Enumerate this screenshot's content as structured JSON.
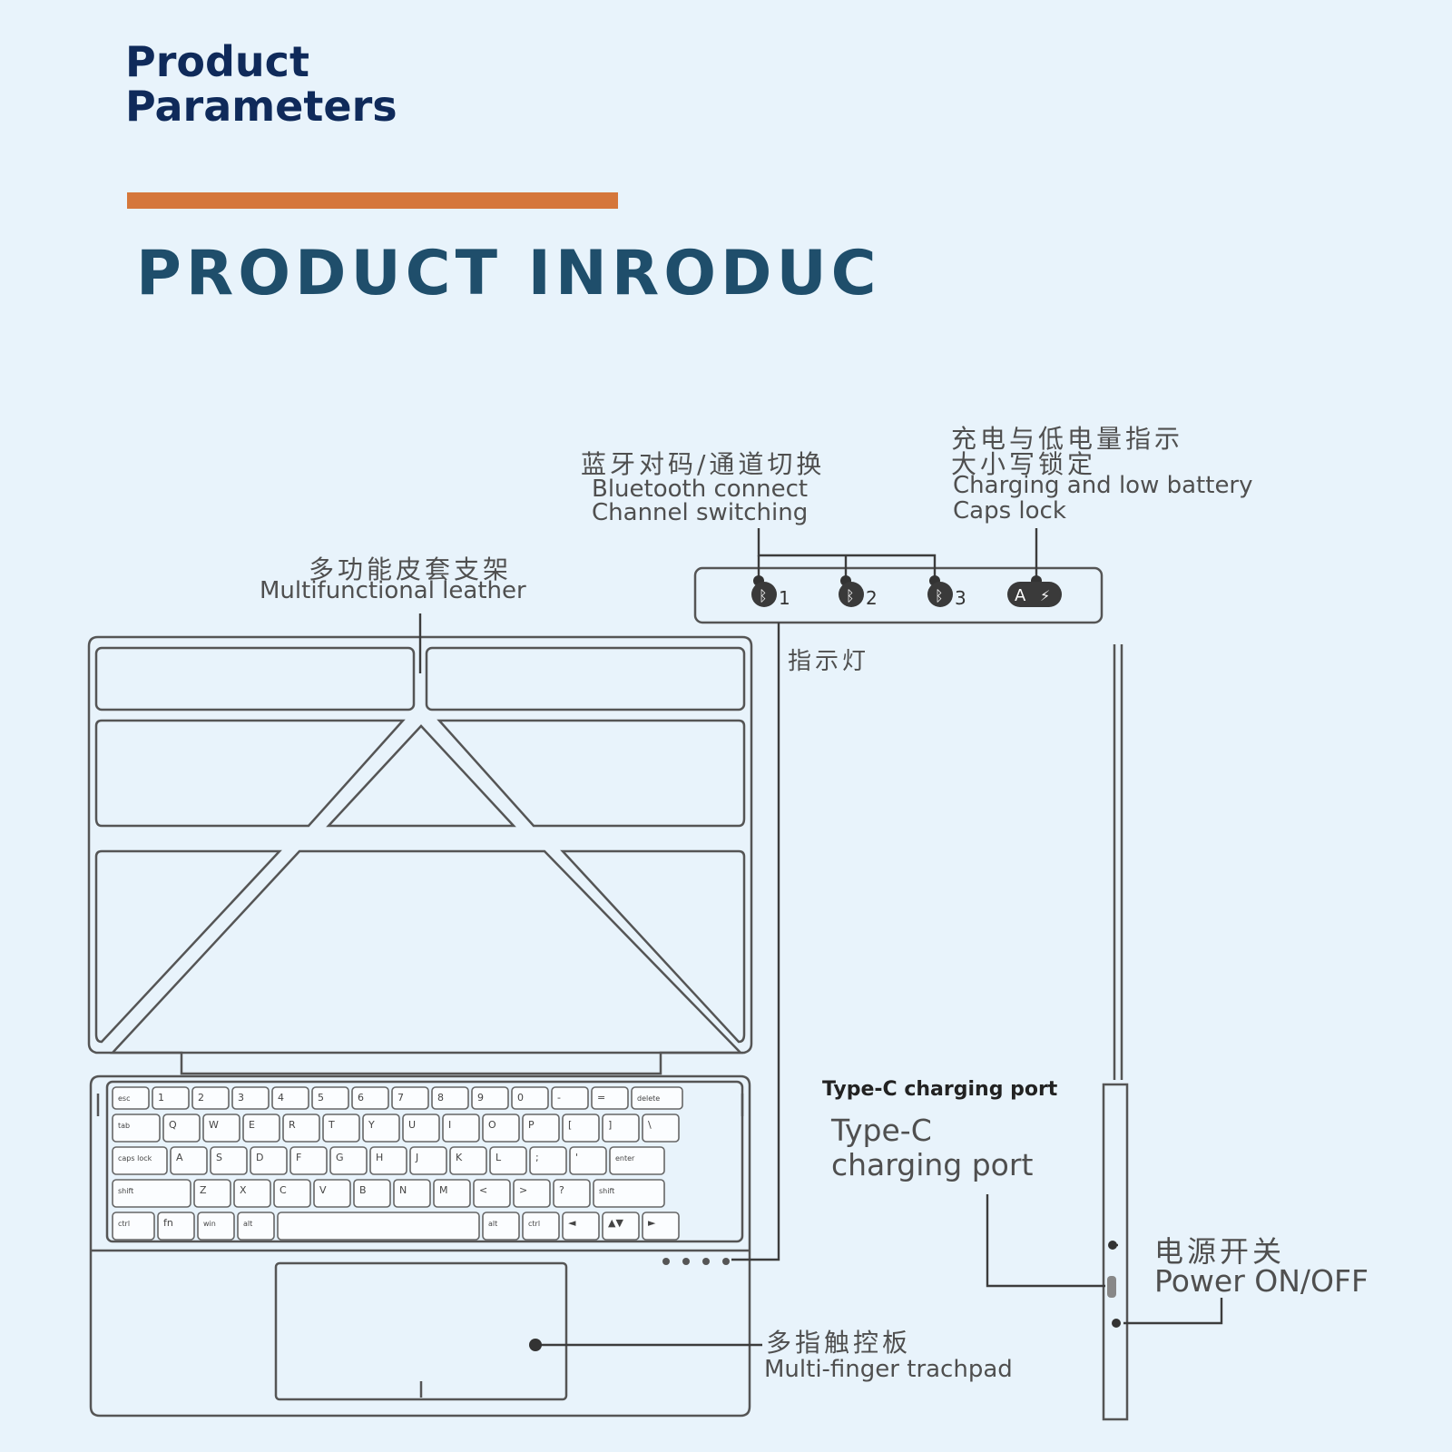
{
  "header": {
    "title_line1": "Product",
    "title_line2": "Parameters",
    "accent_color": "#d5773a"
  },
  "section_title": "PRODUCT INRODUC",
  "labels": {
    "bluetooth_cn": "蓝牙对码/通道切换",
    "bluetooth_en1": "Bluetooth connect",
    "bluetooth_en2": "Channel switching",
    "charging_cn1": "充电与低电量指示",
    "charging_cn2": "大小写锁定",
    "charging_en1": "Charging and low battery",
    "charging_en2": "Caps lock",
    "leather_cn": "多功能皮套支架",
    "leather_en": "Multifunctional leather",
    "indicator_cn": "指示灯",
    "typec_title": "Type-C charging port",
    "typec_en1": "Type-C",
    "typec_en2": "charging port",
    "power_cn": "电源开关",
    "power_en": "Power ON/OFF",
    "trackpad_cn": "多指触控板",
    "trackpad_en": "Multi-finger trachpad"
  },
  "indicator_panel": {
    "ch1": "1",
    "ch2": "2",
    "ch3": "3",
    "caps": "A"
  },
  "keyboard": {
    "row1": [
      "esc",
      "1",
      "2",
      "3",
      "4",
      "5",
      "6",
      "7",
      "8",
      "9",
      "0",
      "-",
      "=",
      "delete"
    ],
    "row2": [
      "tab",
      "Q",
      "W",
      "E",
      "R",
      "T",
      "Y",
      "U",
      "I",
      "O",
      "P",
      "[",
      "]",
      "\\"
    ],
    "row3": [
      "caps lock",
      "A",
      "S",
      "D",
      "F",
      "G",
      "H",
      "J",
      "K",
      "L",
      ";",
      "'",
      "enter"
    ],
    "row4": [
      "shift",
      "Z",
      "X",
      "C",
      "V",
      "B",
      "N",
      "M",
      "<",
      ">",
      "?",
      "shift"
    ],
    "row5": [
      "ctrl",
      "fn",
      "win",
      "alt",
      "",
      "alt",
      "ctrl",
      "◄",
      "▲▼",
      "►"
    ]
  }
}
